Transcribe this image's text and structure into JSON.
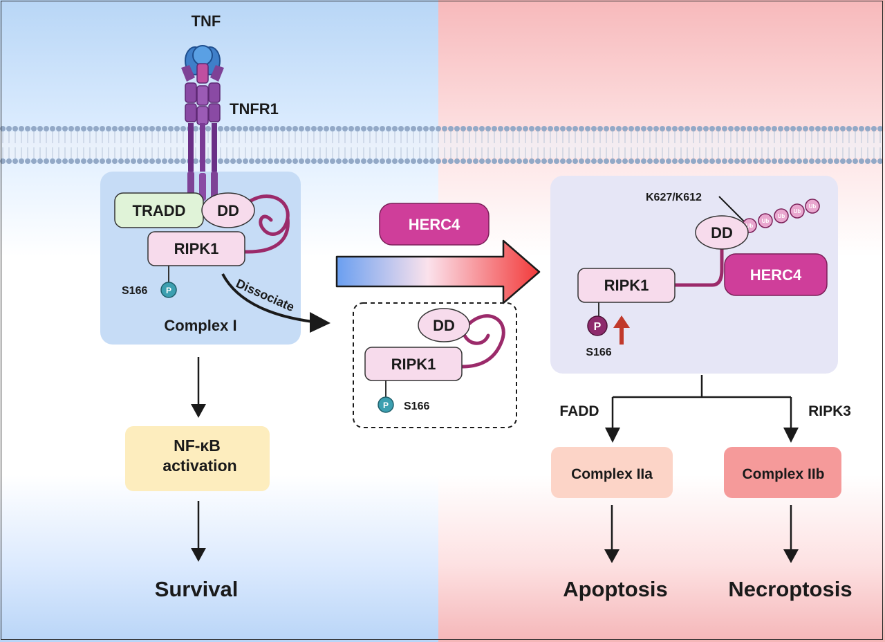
{
  "labels": {
    "tnf": "TNF",
    "tnfr1": "TNFR1",
    "tradd": "TRADD",
    "dd": "DD",
    "ripk1": "RIPK1",
    "s166": "S166",
    "p": "P",
    "complex1": "Complex I",
    "dissociate": "Dissociate",
    "herc4": "HERC4",
    "k627": "K627/K612",
    "ub": "Ub",
    "nfkb_line1": "NF-κB",
    "nfkb_line2": "activation",
    "survival": "Survival",
    "fadd": "FADD",
    "ripk3": "RIPK3",
    "complex2a": "Complex IIa",
    "complex2b": "Complex IIb",
    "apoptosis": "Apoptosis",
    "necroptosis": "Necroptosis"
  },
  "colors": {
    "left_bg": "#b8d6f6",
    "right_bg": "#f7b9bb",
    "complex1_box": "#c6dcf6",
    "right_box": "#e6e6f6",
    "herc4": "#cf3e9a",
    "receptor": "#7e4296",
    "tnf": "#3f86d0",
    "ripk1_fill": "#f7dbec",
    "tradd_fill": "#e0f3d8",
    "nfkb_fill": "#fdedbe",
    "complex2a_fill": "#fcd4c7",
    "complex2b_fill": "#f59a9a",
    "phospho_teal": "#3c9fb0",
    "phospho_purple": "#8e2a6c",
    "up_arrow": "#c1392b",
    "membrane": "#93a9c7"
  },
  "icons": {
    "membrane": "lipid-bilayer",
    "phospho_left": "phosphate-badge",
    "ubiquitin": "ubiquitin-chain",
    "increase": "up-arrow-icon"
  }
}
